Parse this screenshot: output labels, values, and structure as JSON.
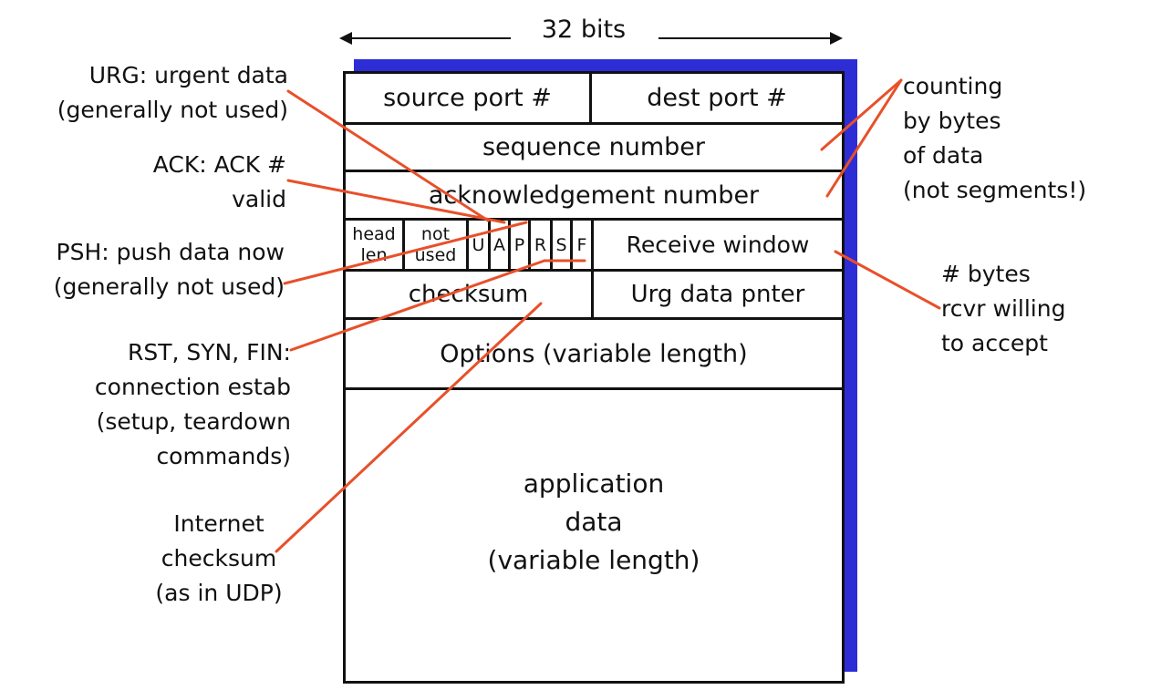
{
  "header": {
    "width_label": "32 bits"
  },
  "segment": {
    "row1": {
      "source_port": "source port #",
      "dest_port": "dest port #"
    },
    "sequence_number": "sequence number",
    "acknowledgement_number": "acknowledgement number",
    "row4": {
      "head_len": "head\nlen",
      "not_used": "not\nused",
      "flags": [
        "U",
        "A",
        "P",
        "R",
        "S",
        "F"
      ],
      "receive_window": "Receive window"
    },
    "row5": {
      "checksum": "checksum",
      "urg_data_pointer": "Urg data pnter"
    },
    "options": "Options (variable length)",
    "application_data": "application\ndata\n(variable length)"
  },
  "annotations": {
    "urg": "URG: urgent data\n(generally not used)",
    "ack": "ACK: ACK #\nvalid",
    "psh": "PSH: push data now\n(generally not used)",
    "rsf": "RST, SYN, FIN:\nconnection estab\n(setup, teardown\ncommands)",
    "internet_checksum": "Internet\nchecksum\n(as in UDP)",
    "counting": "counting\nby bytes\nof data\n(not segments!)",
    "rcvr": "# bytes\nrcvr willing\nto accept"
  },
  "colors": {
    "leader_line": "#e8502a",
    "shadow": "#2d2dd6",
    "border": "#111111"
  }
}
